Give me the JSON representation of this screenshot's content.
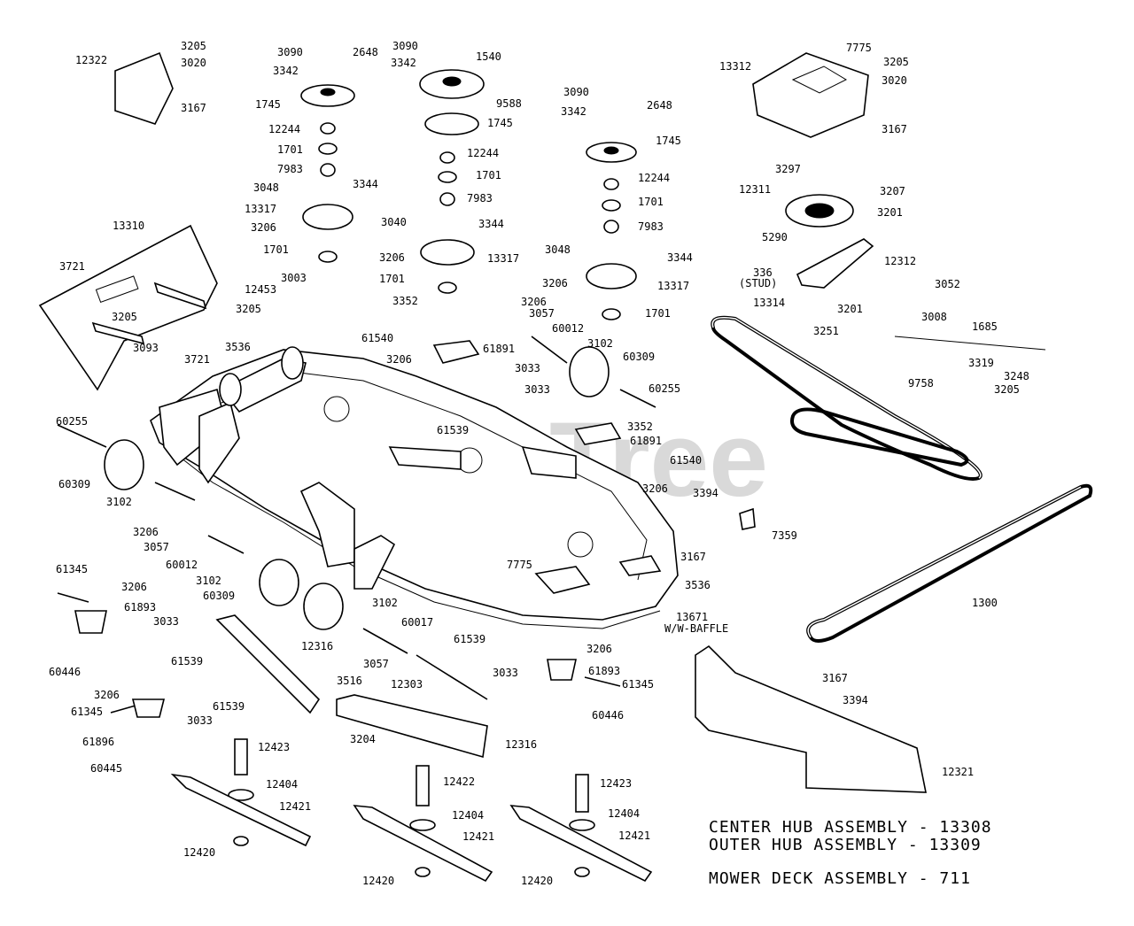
{
  "watermark": "PartsTree",
  "assembly_notes": {
    "center_hub": "CENTER HUB ASSEMBLY - 13308",
    "outer_hub": "OUTER HUB ASSEMBLY - 13309",
    "mower_deck": "MOWER DECK ASSEMBLY - 711"
  },
  "deck_note": "W/W-BAFFLE",
  "callouts": {
    "c01": "3205",
    "c02": "3020",
    "c03": "12322",
    "c04": "3167",
    "c05": "3090",
    "c06": "2648",
    "c07": "3342",
    "c08": "1745",
    "c09": "12244",
    "c10": "1701",
    "c11": "7983",
    "c12": "3048",
    "c13": "3344",
    "c14": "13317",
    "c15": "3206",
    "c16": "1701",
    "c17": "3090",
    "c18": "1540",
    "c19": "3342",
    "c20": "9588",
    "c21": "1745",
    "c22": "12244",
    "c23": "1701",
    "c24": "7983",
    "c25": "3040",
    "c26": "3344",
    "c27": "3206",
    "c28": "13317",
    "c29": "1701",
    "c30": "3090",
    "c31": "3342",
    "c32": "2648",
    "c33": "1745",
    "c34": "12244",
    "c35": "1701",
    "c36": "7983",
    "c37": "3048",
    "c38": "3344",
    "c39": "3206",
    "c40": "13317",
    "c41": "1701",
    "c42": "13312",
    "c43": "7775",
    "c44": "3205",
    "c45": "3020",
    "c46": "3167",
    "c47": "3297",
    "c48": "3207",
    "c49": "12311",
    "c50": "3201",
    "c51": "5290",
    "c52": "12312",
    "c53": "336",
    "c54": "(STUD)",
    "c55": "13314",
    "c56": "3201",
    "c57": "3251",
    "c58": "3052",
    "c59": "3008",
    "c60": "1685",
    "c61": "3319",
    "c62": "3248",
    "c63": "3205",
    "c64": "13310",
    "c65": "3721",
    "c66": "3205",
    "c67": "3093",
    "c68": "3003",
    "c69": "12453",
    "c70": "3205",
    "c71": "3536",
    "c72": "3721",
    "c73": "3352",
    "c74": "61540",
    "c75": "3206",
    "c76": "3057",
    "c77": "60012",
    "c78": "61891",
    "c79": "3206",
    "c80": "3033",
    "c81": "3102",
    "c82": "60309",
    "c83": "60255",
    "c84": "3033",
    "c85": "61539",
    "c86": "3352",
    "c87": "61891",
    "c88": "61540",
    "c89": "3206",
    "c90": "9758",
    "c91": "3394",
    "c92": "7359",
    "c93": "3167",
    "c94": "60255",
    "c95": "60309",
    "c96": "3102",
    "c97": "3206",
    "c98": "3057",
    "c99": "60012",
    "c100": "3102",
    "c101": "60309",
    "c102": "7775",
    "c103": "3536",
    "c104": "13671",
    "c105": "1300",
    "c106": "61345",
    "c107": "3206",
    "c108": "61893",
    "c109": "3033",
    "c110": "61539",
    "c111": "60446",
    "c112": "3102",
    "c113": "60017",
    "c114": "3057",
    "c115": "12316",
    "c116": "12303",
    "c117": "3516",
    "c118": "61539",
    "c119": "3033",
    "c120": "3206",
    "c121": "61893",
    "c122": "61345",
    "c123": "60446",
    "c124": "3206",
    "c125": "61345",
    "c126": "61896",
    "c127": "60445",
    "c128": "3033",
    "c129": "61539",
    "c130": "3204",
    "c131": "12316",
    "c132": "3167",
    "c133": "3394",
    "c134": "12321",
    "c135": "12423",
    "c136": "12404",
    "c137": "12421",
    "c138": "12420",
    "c139": "12422",
    "c140": "12404",
    "c141": "12421",
    "c142": "12420",
    "c143": "12423",
    "c144": "12404",
    "c145": "12421",
    "c146": "12420"
  }
}
